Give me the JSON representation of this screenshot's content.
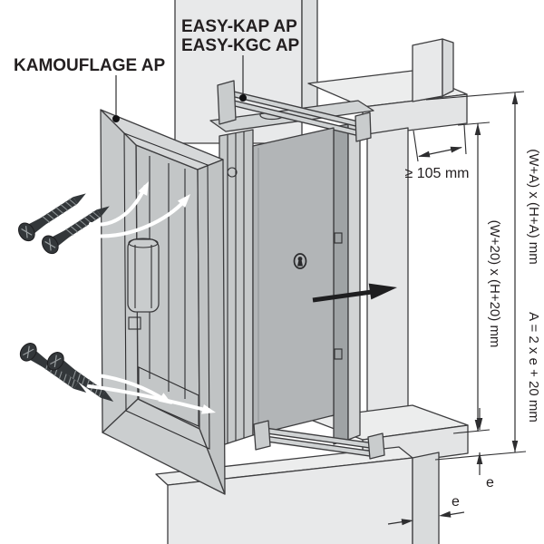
{
  "title_labels": {
    "easy_line1": "EASY-KAP AP",
    "easy_line2": "EASY-KGC AP",
    "kamouflage": "KAMOUFLAGE AP"
  },
  "dimensions": {
    "min_clearance": "≥ 105 mm",
    "opening_size": "(W+20) x (H+20) mm",
    "outer_size": "(W+A) x (H+A) mm",
    "formula": "A = 2 x e + 20 mm",
    "e_vertical": "e",
    "e_horizontal": "e"
  },
  "colors": {
    "line": "#3d3d3f",
    "wall_fill": "#e8e9ea",
    "wall_side": "#dcdedf",
    "panel_fill": "#b2b5b7",
    "frame_fill": "#c6c9ca",
    "screw": "#33373a",
    "text": "#231f20"
  }
}
